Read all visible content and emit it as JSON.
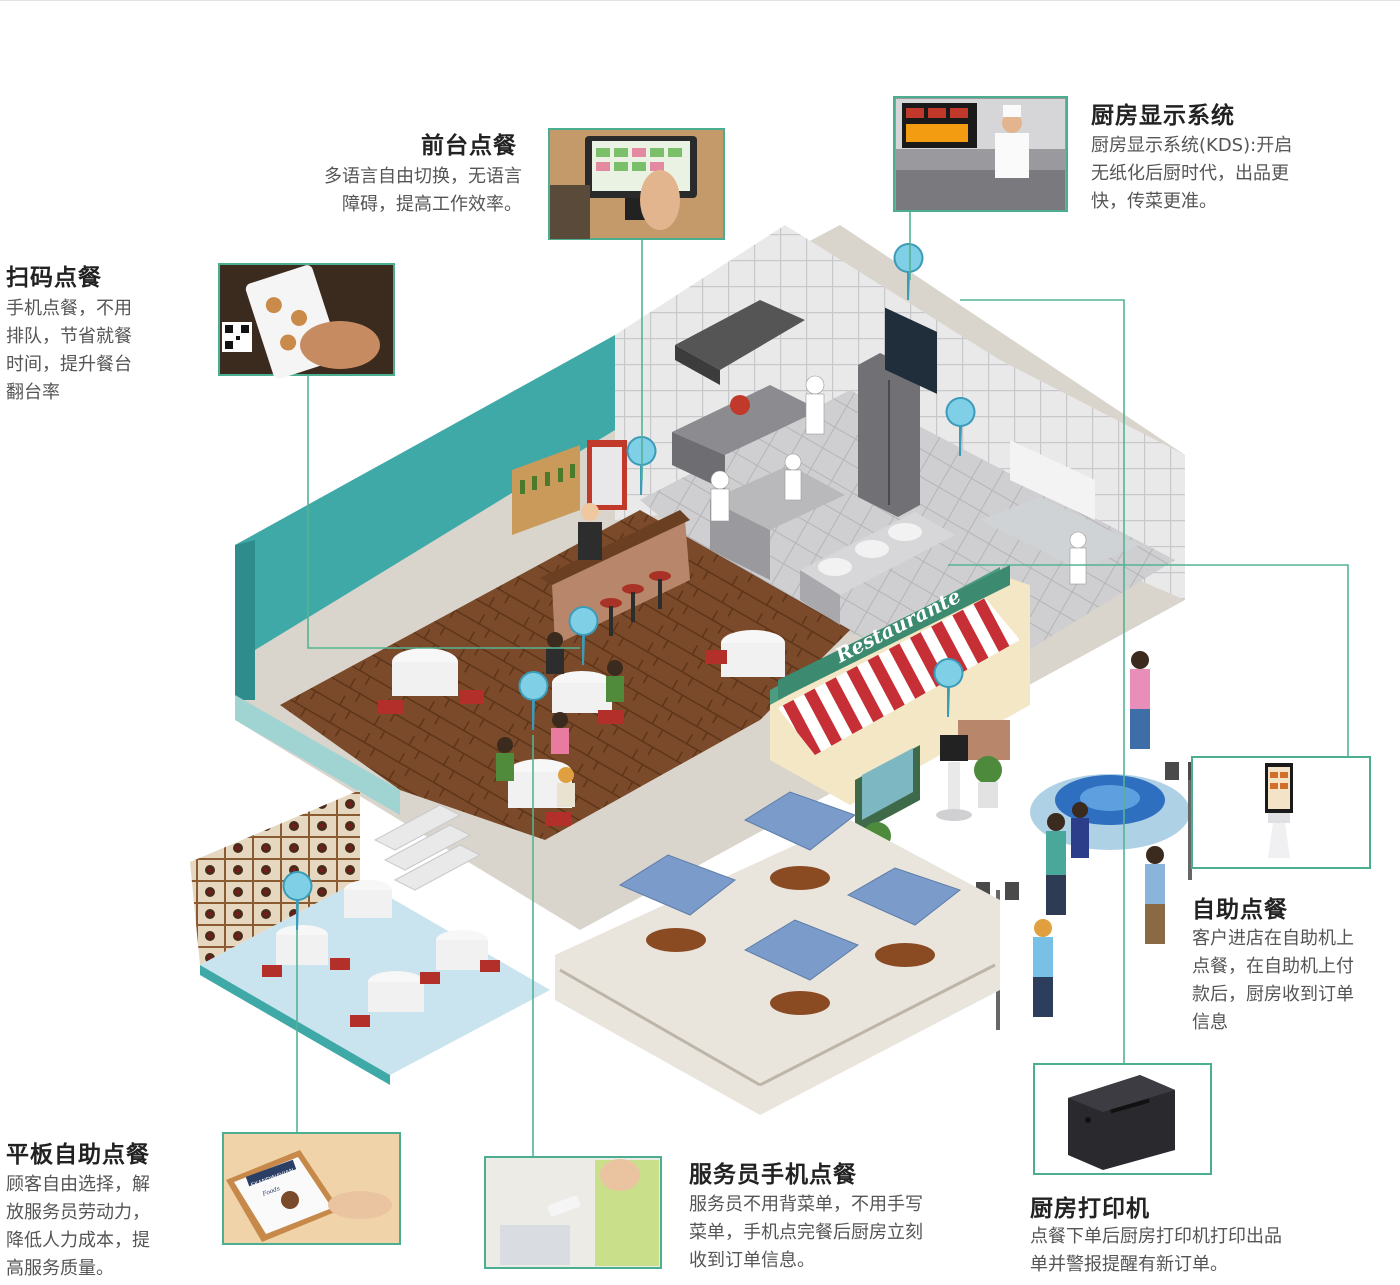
{
  "features": {
    "front_desk": {
      "title": "前台点餐",
      "lines": [
        "多语言自由切换，无语言",
        "障碍，提高工作效率。"
      ]
    },
    "kds": {
      "title": "厨房显示系统",
      "lines": [
        "厨房显示系统(KDS):开启",
        "无纸化后厨时代，出品更",
        "快，传菜更准。"
      ]
    },
    "scan": {
      "title": "扫码点餐",
      "lines": [
        "手机点餐，不用",
        "排队，节省就餐",
        "时间，提升餐台",
        "翻台率"
      ]
    },
    "self_service": {
      "title": "自助点餐",
      "lines": [
        "客户进店在自助机上",
        "点餐，在自助机上付",
        "款后，厨房收到订单",
        "信息"
      ]
    },
    "tablet": {
      "title": "平板自助点餐",
      "lines": [
        "顾客自由选择，解",
        "放服务员劳动力，",
        "降低人力成本，提",
        "高服务质量。"
      ]
    },
    "waiter": {
      "title": "服务员手机点餐",
      "lines": [
        "服务员不用背菜单，不用手写",
        "菜单，手机点完餐后厨房立刻",
        "收到订单信息。"
      ]
    },
    "printer": {
      "title": "厨房打印机",
      "lines": [
        "点餐下单后厨房打印机打印出品",
        "单并警报提醒有新订单。"
      ]
    }
  },
  "scene": {
    "sign_text": "Restaurante",
    "tablet_menu_text": "SKANDINAVIAN",
    "tablet_menu_sub": "Foods"
  },
  "colors": {
    "accent_line": "#54b392",
    "teal_wall": "#3fa9a8",
    "floor_wood": "#7a4a2a",
    "awning_red": "#c62f36"
  }
}
